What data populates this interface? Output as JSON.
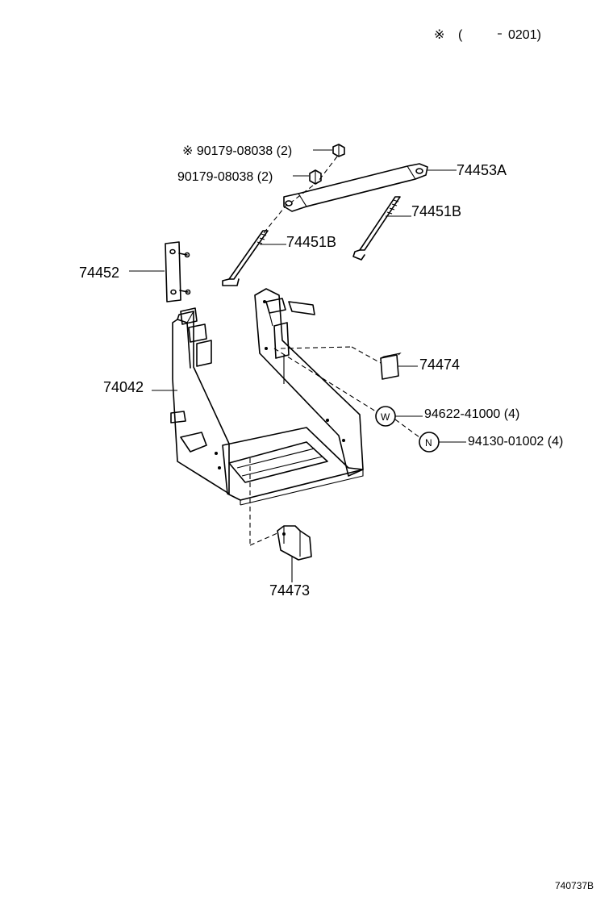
{
  "header": {
    "note_mark": "※",
    "note_open": "(",
    "note_close": "0201)"
  },
  "callouts": {
    "bolt_marked": "※ 90179-08038 (2)",
    "bolt": "90179-08038 (2)",
    "clamp_a": "74453A",
    "rod_right": "74451B",
    "rod_left": "74451B",
    "bracket": "74452",
    "tray": "74042",
    "pad_small": "74474",
    "washer": "94622-41000 (4)",
    "washer_symbol": "W",
    "nut": "94130-01002 (4)",
    "nut_symbol": "N",
    "bumper": "74473"
  },
  "footer": {
    "drawing_number": "740737B"
  }
}
